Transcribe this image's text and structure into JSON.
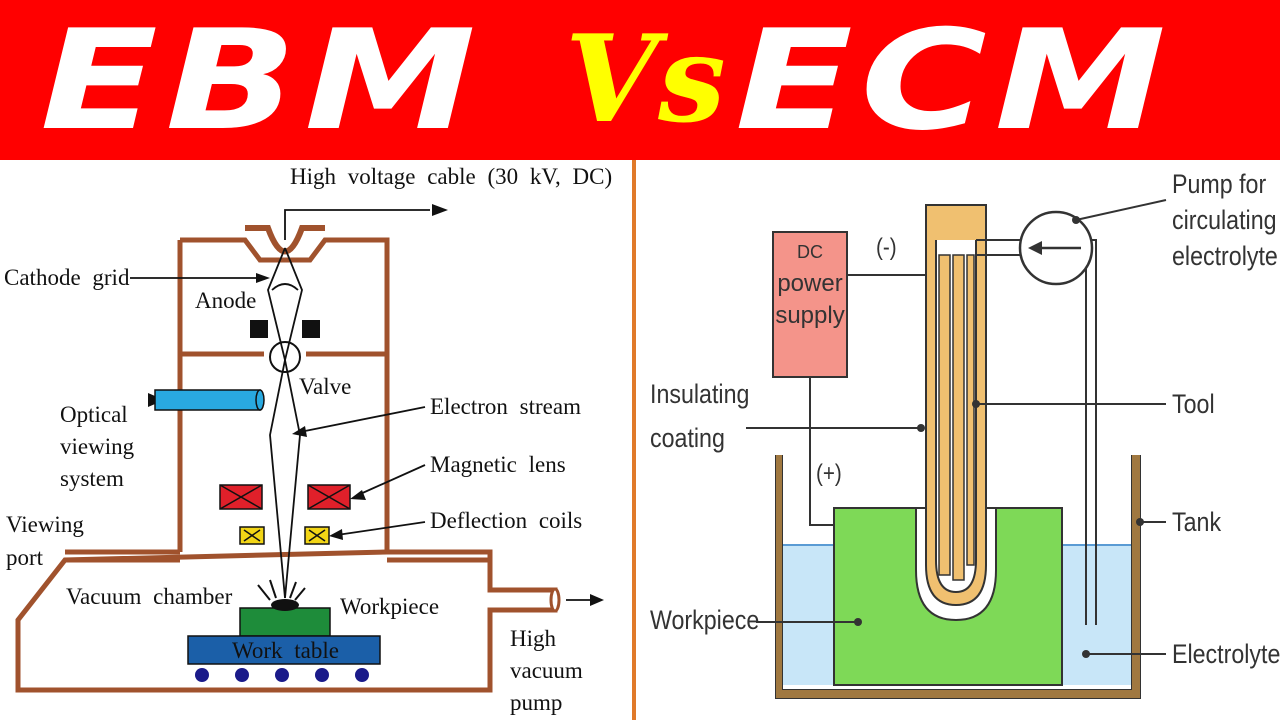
{
  "banner": {
    "left_title": "EBM",
    "vs": "Vs",
    "right_title": "ECM",
    "colors": {
      "background": "#ff0000",
      "title": "#ffffff",
      "vs": "#ffff00"
    }
  },
  "ebm": {
    "labels": {
      "cable": "High voltage cable (30 kV, DC)",
      "cathode": "Cathode grid",
      "anode": "Anode",
      "valve": "Valve",
      "optical_1": "Optical",
      "optical_2": "viewing",
      "optical_3": "system",
      "electron": "Electron stream",
      "lens": "Magnetic lens",
      "coils": "Deflection coils",
      "port_1": "Viewing",
      "port_2": "port",
      "vacuum": "Vacuum chamber",
      "workpiece": "Workpiece",
      "table": "Work table",
      "pump_1": "High",
      "pump_2": "vacuum",
      "pump_3": "pump"
    },
    "colors": {
      "housing": "#a0522d",
      "optical": "#29a9e0",
      "lens": "#e0202a",
      "coils": "#f2d516",
      "workpiece": "#1e8c3a",
      "table": "#1b5fa8",
      "wheels": "#1a1a8a"
    }
  },
  "ecm": {
    "power": {
      "line1": "DC",
      "line2": "power",
      "line3": "supply"
    },
    "labels": {
      "minus": "(-)",
      "plus": "(+)",
      "pump_1": "Pump for",
      "pump_2": "circulating",
      "pump_3": "electrolyte",
      "insulating_1": "Insulating",
      "insulating_2": "coating",
      "tool": "Tool",
      "tank": "Tank",
      "workpiece": "Workpiece",
      "electrolyte": "Electrolyte"
    },
    "colors": {
      "power_box": "#f4948a",
      "tank": "#a07840",
      "electrolyte": "#c8e6f8",
      "workpiece": "#7ed957",
      "tool": "#f0c070"
    }
  }
}
